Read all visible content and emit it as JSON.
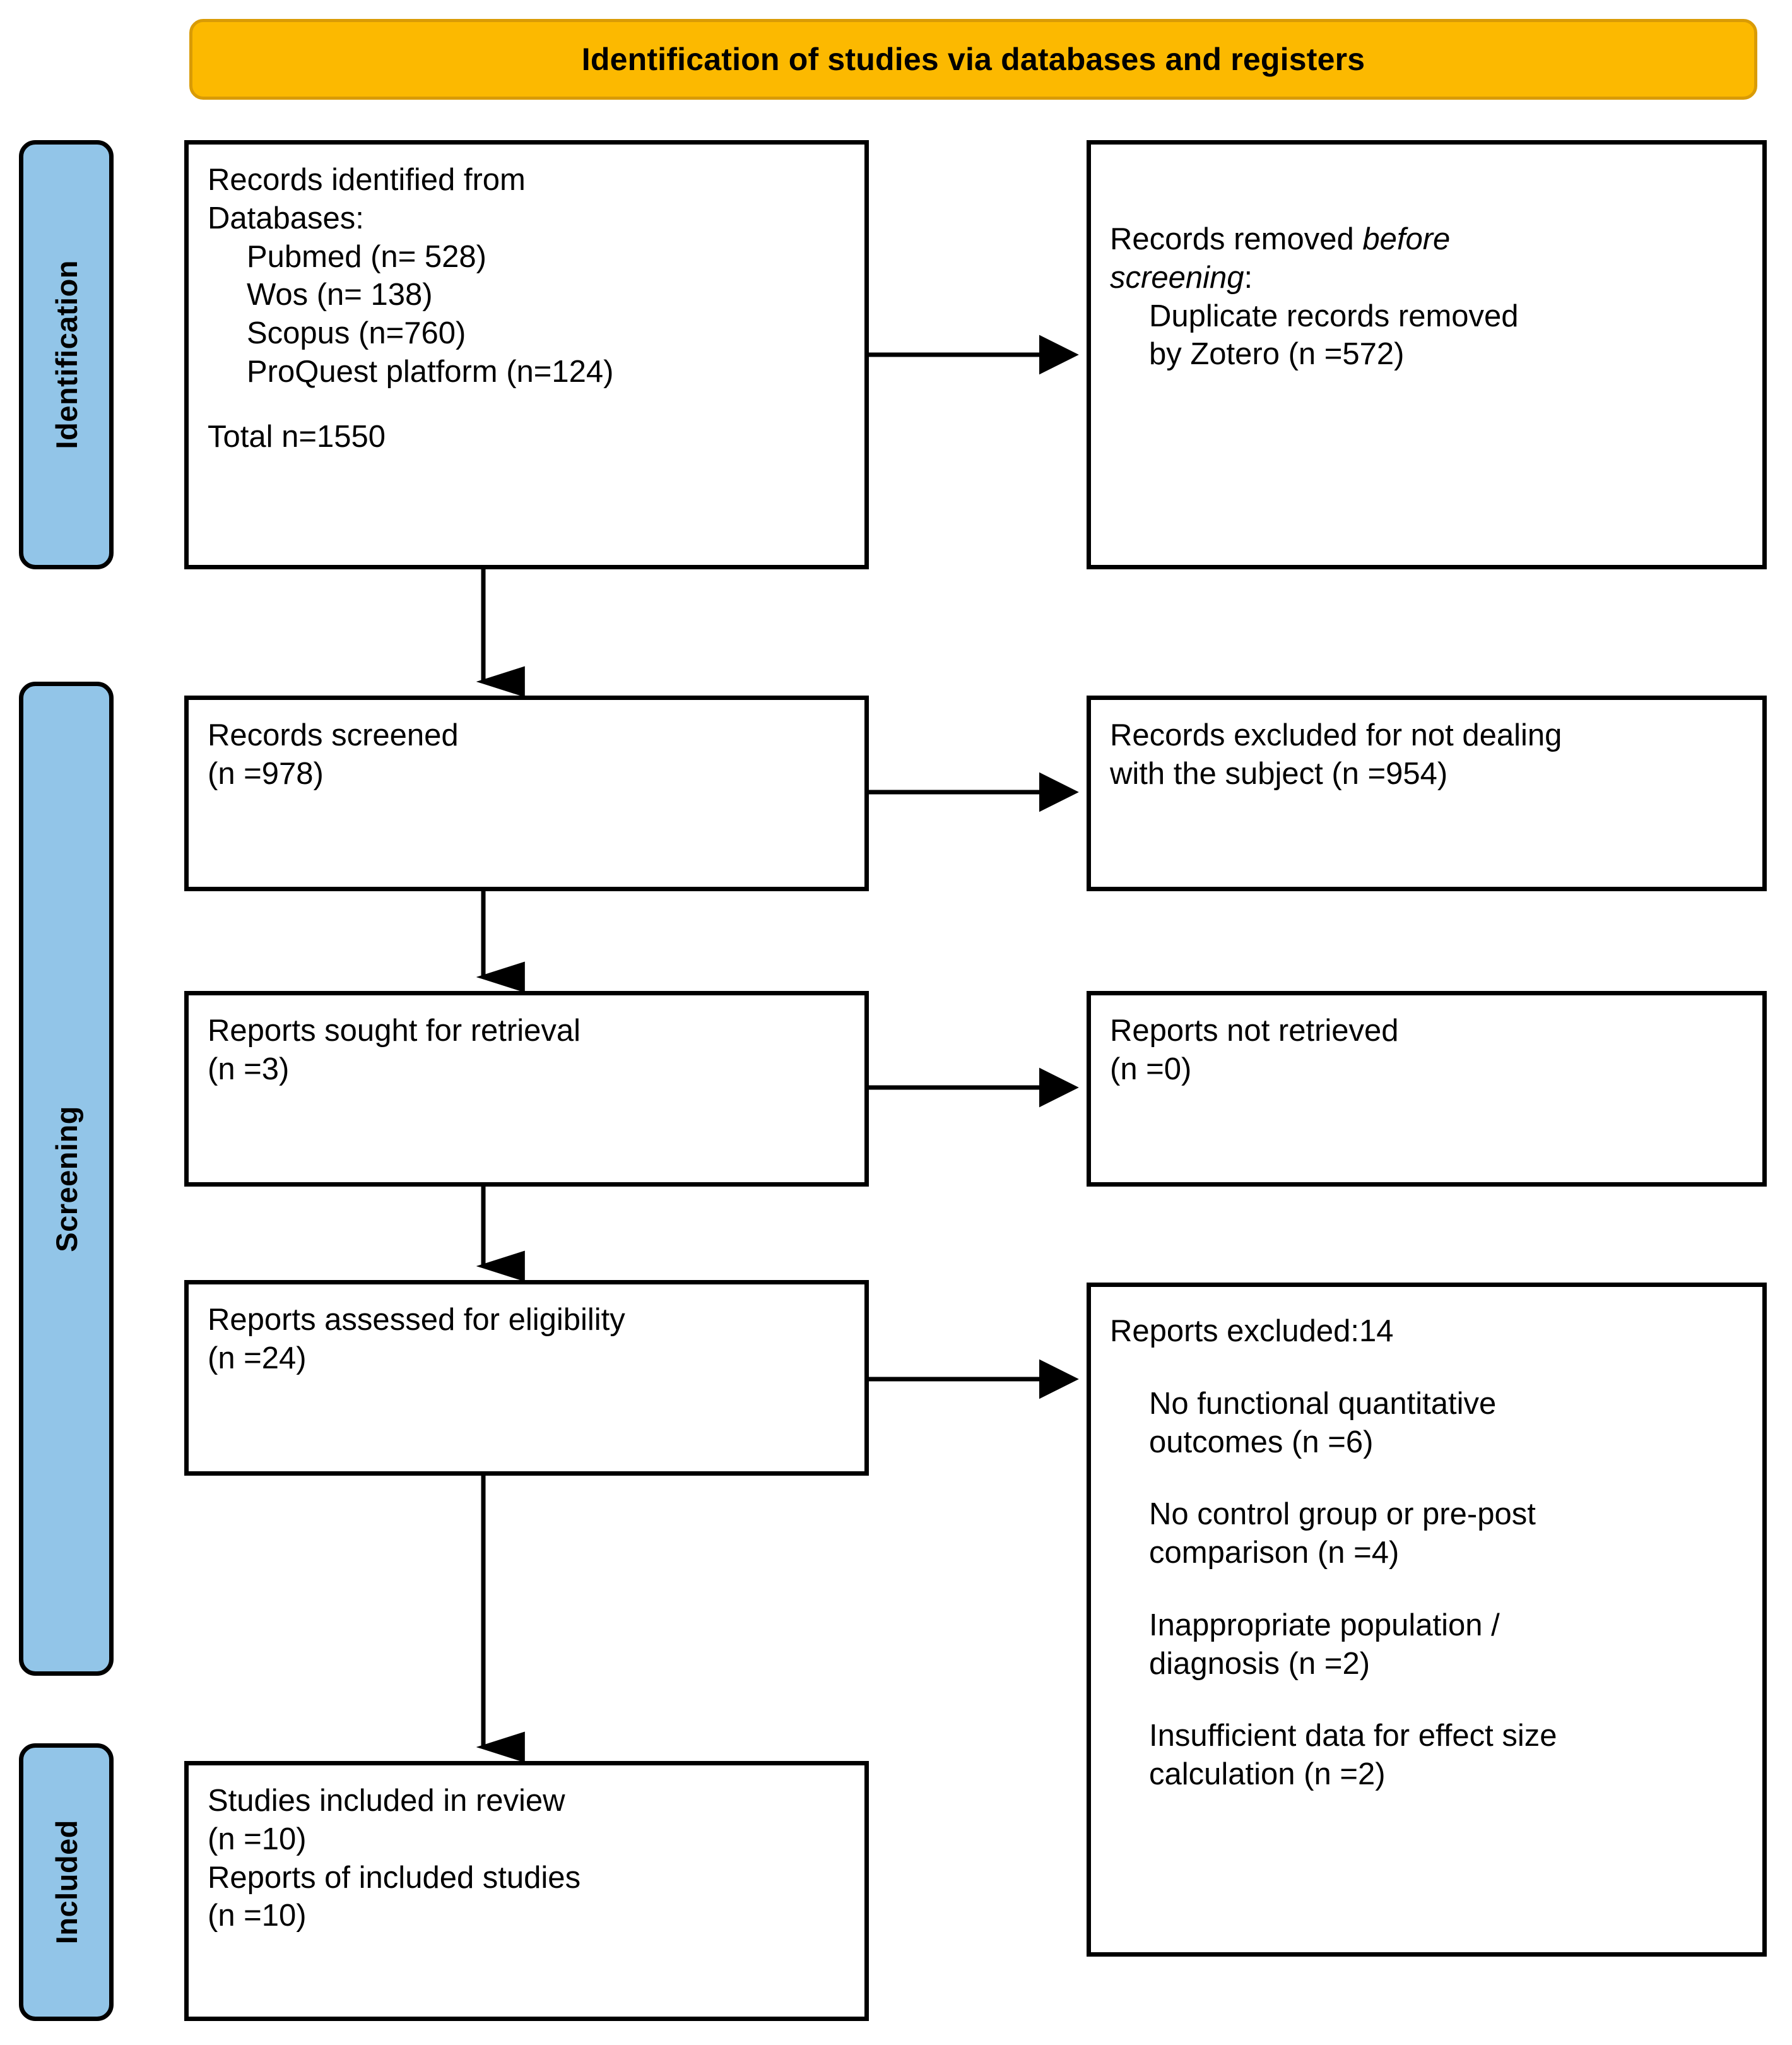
{
  "banner": {
    "title": "Identification of studies via databases and registers",
    "fill_color": "#FCB900",
    "border_color": "#D99B06"
  },
  "phases": {
    "identification": "Identification",
    "screening": "Screening",
    "included": "Included",
    "fill_color": "#92C5E8",
    "border_color": "#000000"
  },
  "identification": {
    "records_identified": {
      "heading_line1": "Records identified from",
      "heading_line2": "Databases:",
      "sources": [
        "Pubmed (n= 528)",
        "Wos (n= 138)",
        "Scopus (n=760)",
        "ProQuest platform (n=124)"
      ],
      "total": "Total n=1550"
    },
    "records_removed": {
      "line1_prefix": "Records removed ",
      "line1_italic": "before",
      "line2_italic": "screening",
      "line2_suffix": ":",
      "detail_line1": "Duplicate records removed",
      "detail_line2": "by Zotero (n =572)"
    }
  },
  "screening": {
    "records_screened": {
      "label": "Records screened",
      "count": "(n =978)"
    },
    "records_excluded": {
      "line1": "Records excluded for not dealing",
      "line2": "with the subject (n =954)"
    },
    "reports_sought": {
      "label": "Reports sought for retrieval",
      "count": "(n =3)"
    },
    "reports_not_retrieved": {
      "label": "Reports not retrieved",
      "count": "(n =0)"
    },
    "reports_assessed": {
      "label": "Reports assessed for eligibility",
      "count": "(n =24)"
    },
    "reports_excluded": {
      "heading": "Reports excluded:14",
      "reasons": [
        {
          "line1": "No functional quantitative",
          "line2": "outcomes (n =6)"
        },
        {
          "line1": "No control group or pre-post",
          "line2": "comparison (n =4)"
        },
        {
          "line1": "Inappropriate population /",
          "line2": "diagnosis (n =2)"
        },
        {
          "line1": "Insufficient data for effect size",
          "line2": "calculation (n =2)"
        }
      ]
    }
  },
  "included": {
    "studies_label": "Studies included in review",
    "studies_count": "(n =10)",
    "reports_label": "Reports of included studies",
    "reports_count": "(n =10)"
  },
  "chart_data": {
    "type": "diagram",
    "title": "Identification of studies via databases and registers",
    "nodes": [
      {
        "id": "identified",
        "stage": "Identification",
        "column": "left",
        "n": 1550
      },
      {
        "id": "removed",
        "stage": "Identification",
        "column": "right",
        "n": 572
      },
      {
        "id": "screened",
        "stage": "Screening",
        "column": "left",
        "n": 978
      },
      {
        "id": "excluded_subject",
        "stage": "Screening",
        "column": "right",
        "n": 954
      },
      {
        "id": "sought",
        "stage": "Screening",
        "column": "left",
        "n": 3
      },
      {
        "id": "not_retrieved",
        "stage": "Screening",
        "column": "right",
        "n": 0
      },
      {
        "id": "assessed",
        "stage": "Screening",
        "column": "left",
        "n": 24
      },
      {
        "id": "excluded_eligibility",
        "stage": "Screening",
        "column": "right",
        "n": 14
      },
      {
        "id": "studies_included",
        "stage": "Included",
        "column": "left",
        "n": 10
      },
      {
        "id": "reports_included",
        "stage": "Included",
        "column": "left",
        "n": 10
      }
    ],
    "database_counts": {
      "Pubmed": 528,
      "Wos": 138,
      "Scopus": 760,
      "ProQuest platform": 124
    },
    "exclusion_reasons": {
      "No functional quantitative outcomes": 6,
      "No control group or pre-post comparison": 4,
      "Inappropriate population / diagnosis": 2,
      "Insufficient data for effect size calculation": 2
    },
    "edges": [
      {
        "from": "identified",
        "to": "removed",
        "direction": "right"
      },
      {
        "from": "identified",
        "to": "screened",
        "direction": "down"
      },
      {
        "from": "screened",
        "to": "excluded_subject",
        "direction": "right"
      },
      {
        "from": "screened",
        "to": "sought",
        "direction": "down"
      },
      {
        "from": "sought",
        "to": "not_retrieved",
        "direction": "right"
      },
      {
        "from": "sought",
        "to": "assessed",
        "direction": "down"
      },
      {
        "from": "assessed",
        "to": "excluded_eligibility",
        "direction": "right"
      },
      {
        "from": "assessed",
        "to": "studies_included",
        "direction": "down"
      }
    ]
  }
}
